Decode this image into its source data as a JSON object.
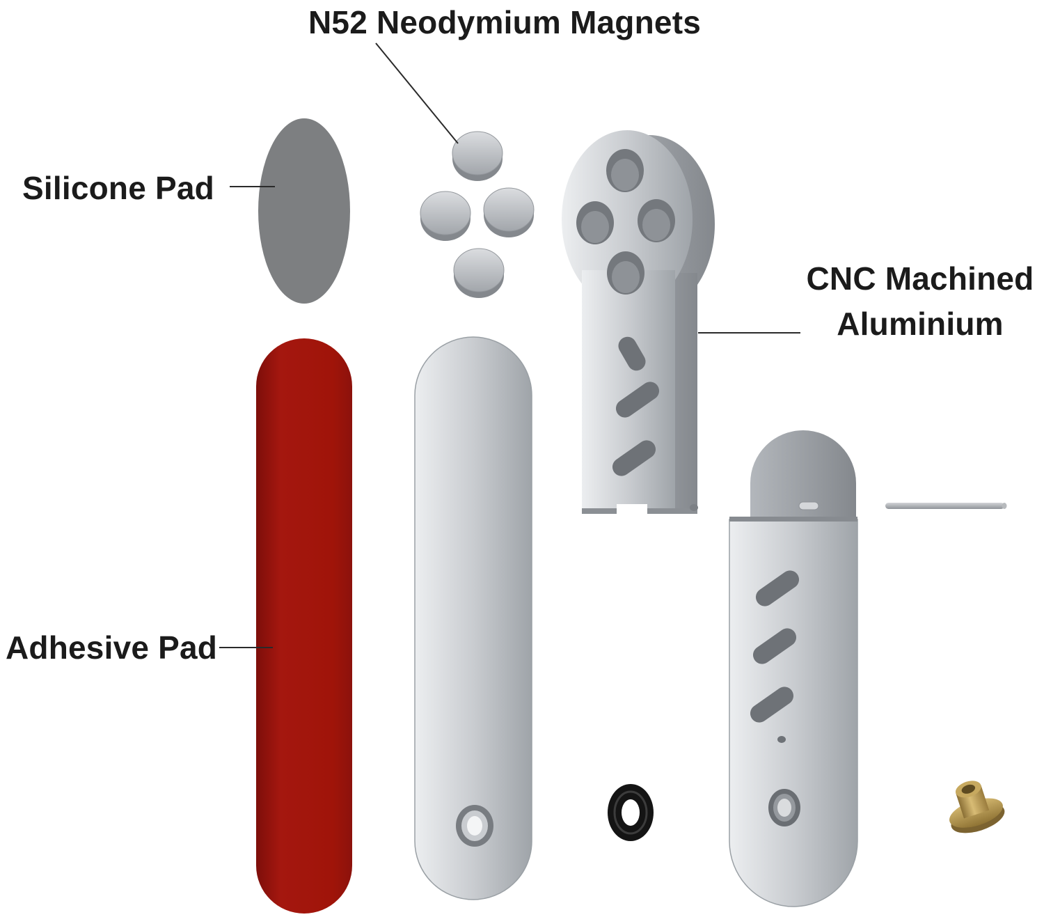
{
  "labels": {
    "magnets": "N52 Neodymium Magnets",
    "silicone_pad": "Silicone Pad",
    "adhesive_pad": "Adhesive Pad",
    "cnc_aluminium": "CNC Machined Aluminium"
  },
  "colors": {
    "background": "#ffffff",
    "label_text": "#1b1b1b",
    "leader_line": "#2a2a2a",
    "silicone_pad": "#7d7f81",
    "adhesive_pad_red": "#a4170f",
    "aluminium_light": "#c9ccd0",
    "aluminium_dark": "#8e9297",
    "hole_shadow": "#6e7277",
    "oring_black": "#141414",
    "brass": "#b3914c",
    "pin_gray": "#a9adb2"
  }
}
